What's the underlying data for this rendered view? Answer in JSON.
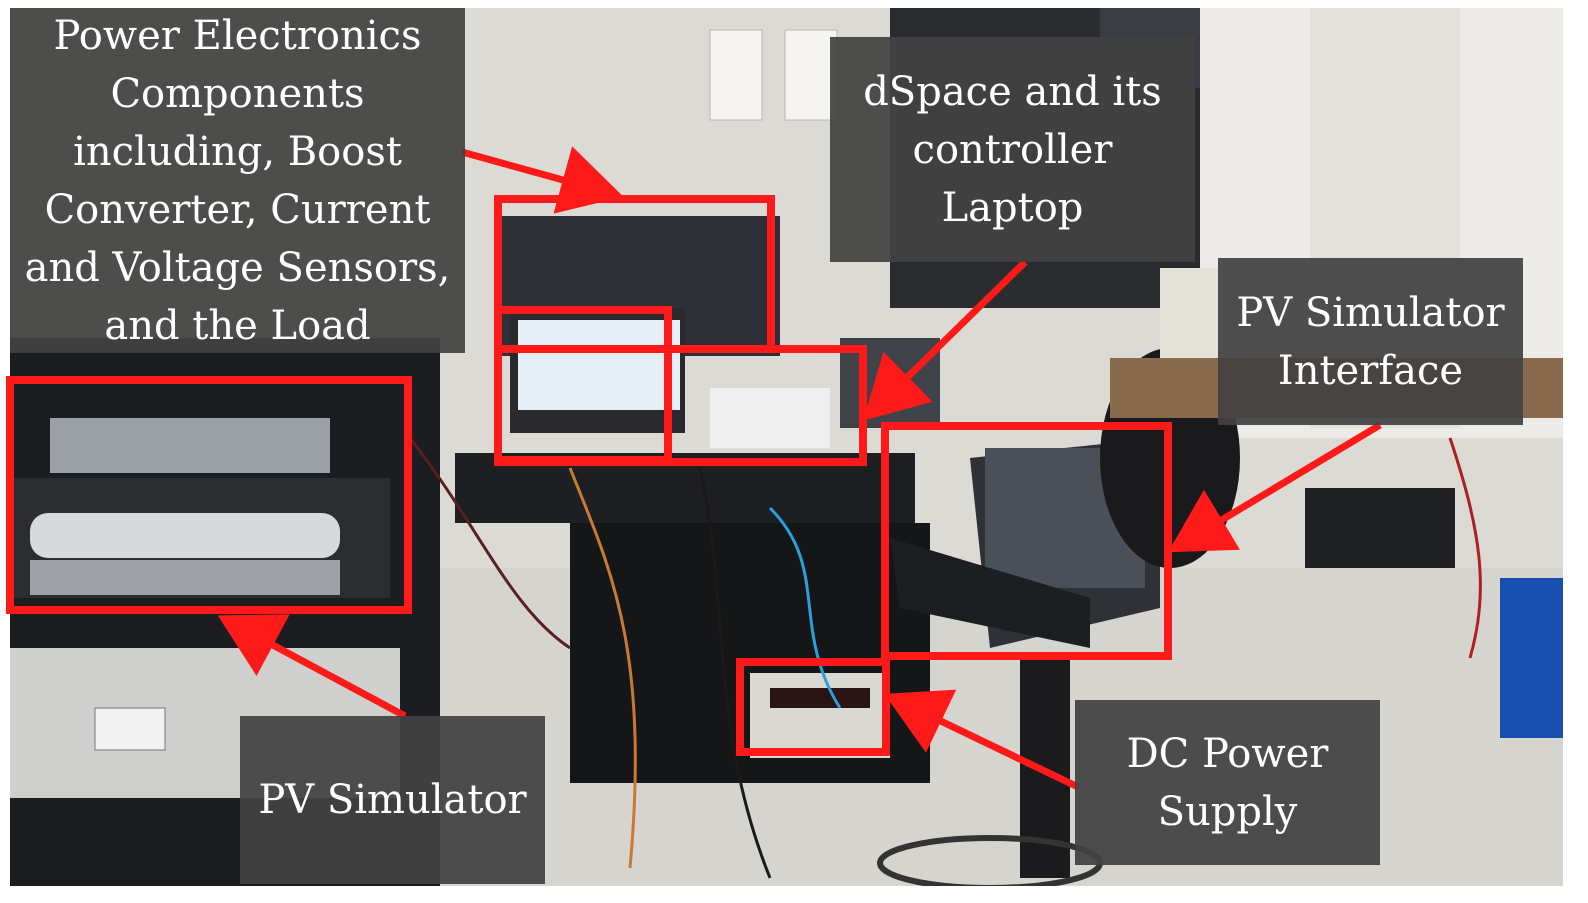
{
  "labels": {
    "power_electronics": [
      "Power Electronics",
      "Components",
      "including, Boost",
      "Converter, Current",
      "and Voltage Sensors,",
      "and the Load"
    ],
    "dspace": [
      "dSpace and its",
      "controller",
      "Laptop"
    ],
    "pv_interface": [
      "PV Simulator",
      "Interface"
    ],
    "pv_simulator": [
      "PV Simulator"
    ],
    "dc_power": [
      "DC Power",
      "Supply"
    ]
  },
  "colors": {
    "highlight": "#ff1a1a",
    "label_background": "#424242",
    "label_text": "#ffffff"
  },
  "icons": [
    "arrow-icon"
  ]
}
